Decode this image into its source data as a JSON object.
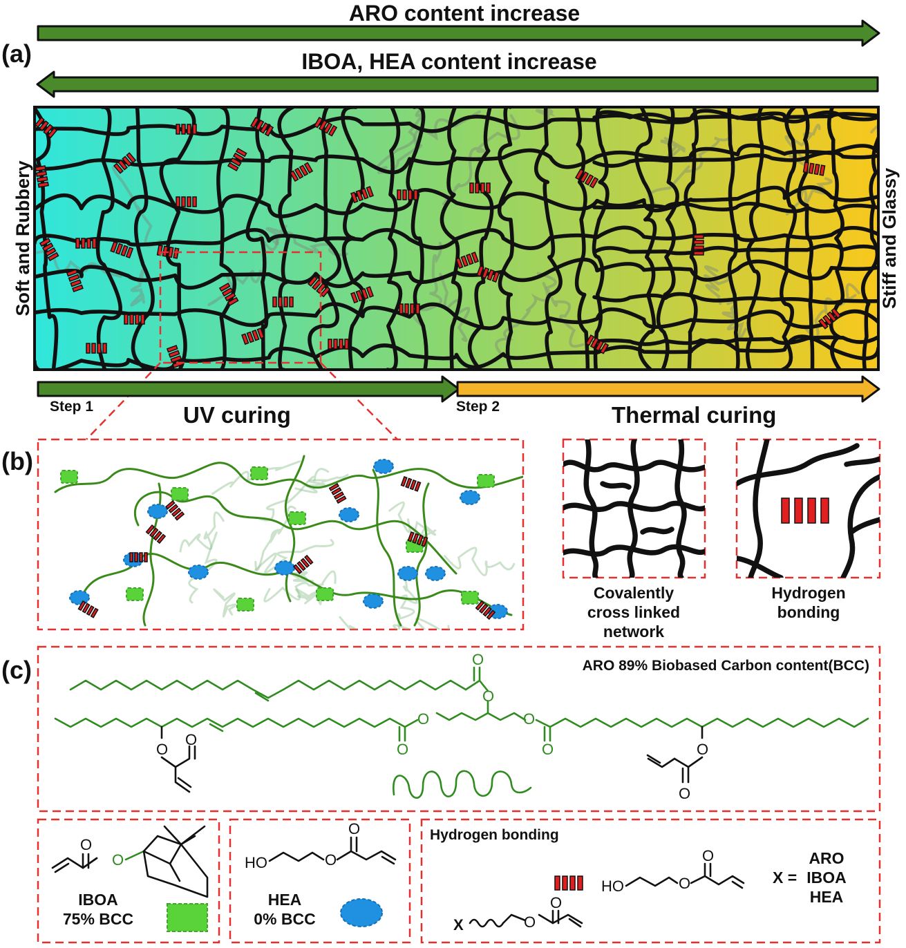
{
  "colors": {
    "arrow_green": "#4a8a2a",
    "arrow_yellow": "#f4b42a",
    "gradient_start": "#2fe6dc",
    "gradient_mid": "#8ed66b",
    "gradient_end": "#f8c81c",
    "dashed_box": "#e53030",
    "hbond_red": "#e02020",
    "ibo_green": "#5ad23a",
    "hea_blue": "#2090e0",
    "aro_green": "#2e8b1e"
  },
  "panel_a": {
    "label": "(a)",
    "top_arrow_label": "ARO content increase",
    "second_arrow_label": "IBOA, HEA content increase",
    "left_side_label": "Soft and Rubbery",
    "right_side_label": "Stiff and Glassy",
    "step1_label": "Step 1",
    "step2_label": "Step 2",
    "uv_label": "UV curing",
    "thermal_label": "Thermal curing"
  },
  "panel_b": {
    "label": "(b)",
    "covalent_caption": [
      "Covalently",
      "cross linked",
      "network"
    ],
    "hbond_caption": [
      "Hydrogen",
      "bonding"
    ]
  },
  "panel_c": {
    "label": "(c)",
    "aro_title": "ARO 89% Biobased Carbon content(BCC)",
    "atom_o": "O",
    "ibo_name": "IBOA",
    "ibo_bcc": "75% BCC",
    "hea_name": "HEA",
    "hea_bcc": "0% BCC",
    "hea_ho": "HO",
    "hbond_title": "Hydrogen bonding",
    "x_atom": "X",
    "x_eq": "X =",
    "x_options": [
      "ARO",
      "IBOA",
      "HEA"
    ]
  }
}
